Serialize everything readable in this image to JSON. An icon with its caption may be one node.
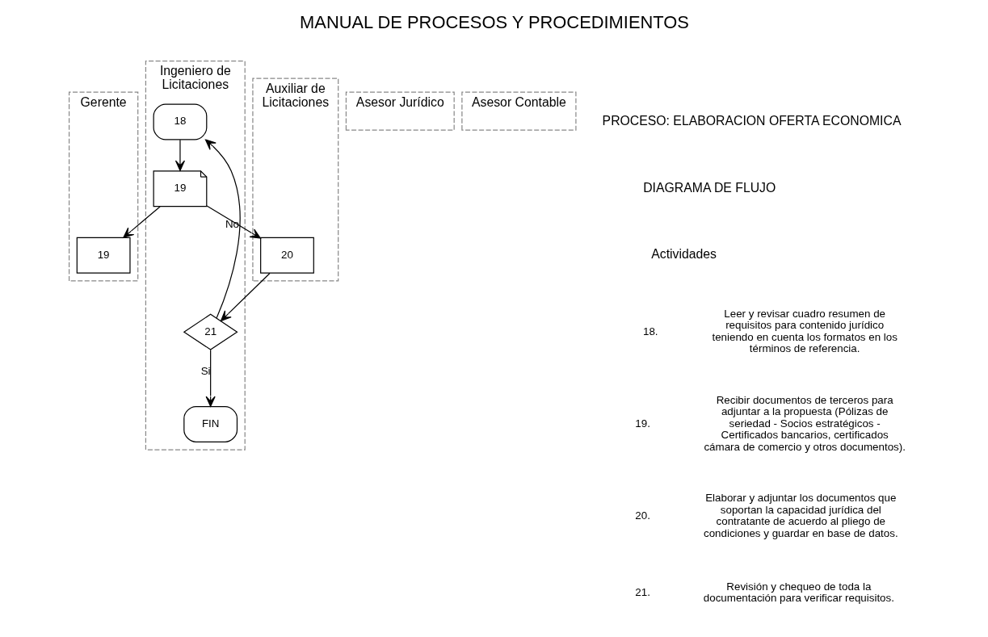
{
  "diagram": {
    "title": "MANUAL DE PROCESOS Y PROCEDIMIENTOS",
    "nodes": [
      {
        "text": [
          "Gerente"
        ]
      },
      {
        "text": [
          "Ingeniero de Licitaciones"
        ]
      },
      {
        "text": [
          "Auxiliar de Licitaciones"
        ]
      },
      {
        "text": [
          "Asesor Jurídico"
        ]
      },
      {
        "text": [
          "Asesor Contable"
        ]
      },
      {
        "text": [
          "19"
        ],
        "in": 0
      },
      {
        "text": [
          "18"
        ],
        "in": 1
      },
      {
        "text": [
          "19"
        ],
        "in": 1
      },
      {
        "text": [
          "20"
        ],
        "in": 2
      },
      {
        "text": [
          "21"
        ],
        "in": 1
      },
      {
        "text": [
          "FIN"
        ],
        "in": 1
      }
    ],
    "edges": [
      {
        "from": 6,
        "to": 7,
        "arrow": "to"
      },
      {
        "from": 7,
        "to": 5,
        "arrow": "to"
      },
      {
        "from": 7,
        "to": 8,
        "arrow": "to"
      },
      {
        "from": 8,
        "to": 9,
        "arrow": "to"
      },
      {
        "from": 9,
        "to": 6,
        "arrow": "to",
        "label": "No"
      },
      {
        "from": 9,
        "to": 10,
        "arrow": "to",
        "label": "Si"
      }
    ],
    "labels": [
      "PROCESO: ELABORACION OFERTA ECONOMICA",
      "DIAGRAMA DE FLUJO",
      "Actividades",
      "18.",
      "Leer y revisar cuadro resumen de requisitos para contenido jurídico teniendo en cuenta los formatos en los términos de referencia.",
      "19.",
      "Recibir documentos de terceros para adjuntar a la propuesta (Pólizas de seriedad - Socios estratégicos - Certificados bancarios, certificados cámara de comercio y otros documentos).",
      "20.",
      "Elaborar y adjuntar los documentos que soportan la capacidad jurídica del contratante de acuerdo al pliego de condiciones y guardar en base de datos.",
      "21.",
      "Revisión y chequeo de toda la documentación para verificar requisitos."
    ]
  }
}
